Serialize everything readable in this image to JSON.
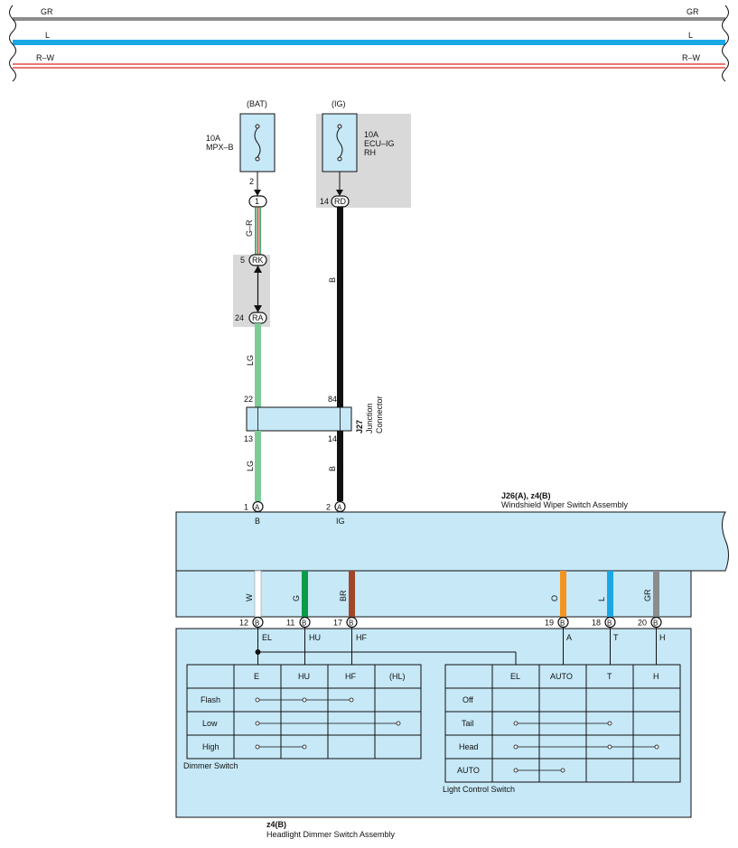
{
  "buses": [
    {
      "label": "GR",
      "color": "#8c8c8c"
    },
    {
      "label": "L",
      "color": "#1aa7e6"
    },
    {
      "label": "R–W",
      "color": "#e0261d"
    }
  ],
  "fuses": {
    "bat": {
      "source": "(BAT)",
      "rating": "10A",
      "name": "MPX–B",
      "pin": "2"
    },
    "ig": {
      "source": "(IG)",
      "rating": "10A",
      "name1": "ECU–IG",
      "name2": "RH"
    }
  },
  "connectors": {
    "c1": {
      "pin": "",
      "id": "1"
    },
    "rd": {
      "pin": "14",
      "id": "RD"
    },
    "rk": {
      "pin": "5",
      "id": "RK"
    },
    "ra": {
      "pin": "24",
      "id": "RA"
    }
  },
  "wires": {
    "g_r": "G–R",
    "b1": "B",
    "lg1": "LG",
    "lg2": "LG",
    "b2": "B"
  },
  "junction": {
    "id": "J27",
    "name1": "Junction",
    "name2": "Connector",
    "pins": {
      "top_left": "22",
      "top_right": "84",
      "bottom_left": "13",
      "bottom_right": "14"
    }
  },
  "wiper": {
    "id": "J26(A), z4(B)",
    "name": "Windshield Wiper Switch Assembly",
    "pins": [
      {
        "num": "1",
        "conn": "A",
        "term": "B"
      },
      {
        "num": "2",
        "conn": "A",
        "term": "IG"
      }
    ]
  },
  "lower_wires": [
    {
      "color_label": "W",
      "color": "#ffffff",
      "pin": "12",
      "conn": "B",
      "term": "EL"
    },
    {
      "color_label": "G",
      "color": "#0a9a48",
      "pin": "11",
      "conn": "B",
      "term": "HU"
    },
    {
      "color_label": "BR",
      "color": "#a0472a",
      "pin": "17",
      "conn": "B",
      "term": "HF"
    },
    {
      "color_label": "O",
      "color": "#f39322",
      "pin": "19",
      "conn": "B",
      "term": "A"
    },
    {
      "color_label": "L",
      "color": "#1aa7e6",
      "pin": "18",
      "conn": "B",
      "term": "T"
    },
    {
      "color_label": "GR",
      "color": "#8c8c8c",
      "pin": "20",
      "conn": "B",
      "term": "H"
    }
  ],
  "dimmer": {
    "title": "Dimmer Switch",
    "columns": [
      "E",
      "HU",
      "HF",
      "(HL)"
    ],
    "rows": [
      "Flash",
      "Low",
      "High"
    ]
  },
  "light": {
    "title": "Light Control Switch",
    "columns": [
      "EL",
      "AUTO",
      "T",
      "H"
    ],
    "rows": [
      "Off",
      "Tail",
      "Head",
      "AUTO"
    ]
  },
  "headlight": {
    "id": "z4(B)",
    "name": "Headlight Dimmer Switch Assembly"
  },
  "colors": {
    "panel": "#c6e8f7",
    "shade": "#d9d9d9",
    "lg": "#7dcc96",
    "black": "#111111"
  }
}
